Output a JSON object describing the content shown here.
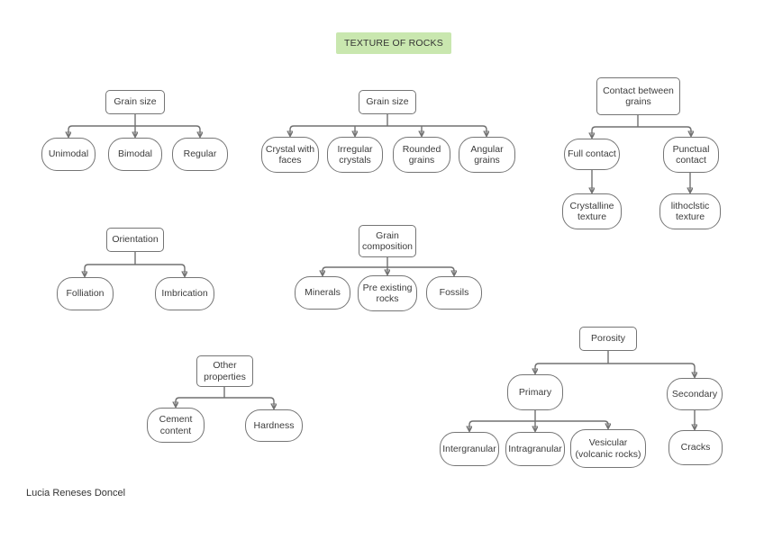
{
  "title": "TEXTURE OF ROCKS",
  "author": "Lucia Reneses Doncel",
  "colors": {
    "title_bg": "#c9e7af",
    "node_border": "#757575",
    "connector": "#707070",
    "text": "#3c3c3c",
    "background": "#ffffff"
  },
  "trees": [
    {
      "id": "grain-size-modality",
      "root": {
        "label": "Grain size"
      },
      "children": [
        {
          "label": "Unimodal"
        },
        {
          "label": "Bimodal"
        },
        {
          "label": "Regular"
        }
      ]
    },
    {
      "id": "grain-size-shape",
      "root": {
        "label": "Grain size"
      },
      "children": [
        {
          "label": "Crystal with faces"
        },
        {
          "label": "Irregular crystals"
        },
        {
          "label": "Rounded grains"
        },
        {
          "label": "Angular grains"
        }
      ]
    },
    {
      "id": "contact-between-grains",
      "root": {
        "label": "Contact between grains"
      },
      "children": [
        {
          "label": "Full contact",
          "child": {
            "label": "Crystalline texture"
          }
        },
        {
          "label": "Punctual contact",
          "child": {
            "label": "lithoclstic texture"
          }
        }
      ]
    },
    {
      "id": "orientation",
      "root": {
        "label": "Orientation"
      },
      "children": [
        {
          "label": "Folliation"
        },
        {
          "label": "Imbrication"
        }
      ]
    },
    {
      "id": "grain-composition",
      "root": {
        "label": "Grain composition"
      },
      "children": [
        {
          "label": "Minerals"
        },
        {
          "label": "Pre existing rocks"
        },
        {
          "label": "Fossils"
        }
      ]
    },
    {
      "id": "other-properties",
      "root": {
        "label": "Other properties"
      },
      "children": [
        {
          "label": "Cement content"
        },
        {
          "label": "Hardness"
        }
      ]
    },
    {
      "id": "porosity",
      "root": {
        "label": "Porosity"
      },
      "children": [
        {
          "label": "Primary",
          "children": [
            {
              "label": "Intergranular"
            },
            {
              "label": "Intragranular"
            },
            {
              "label": "Vesicular (volcanic rocks)"
            }
          ]
        },
        {
          "label": "Secondary",
          "children": [
            {
              "label": "Cracks"
            }
          ]
        }
      ]
    }
  ]
}
